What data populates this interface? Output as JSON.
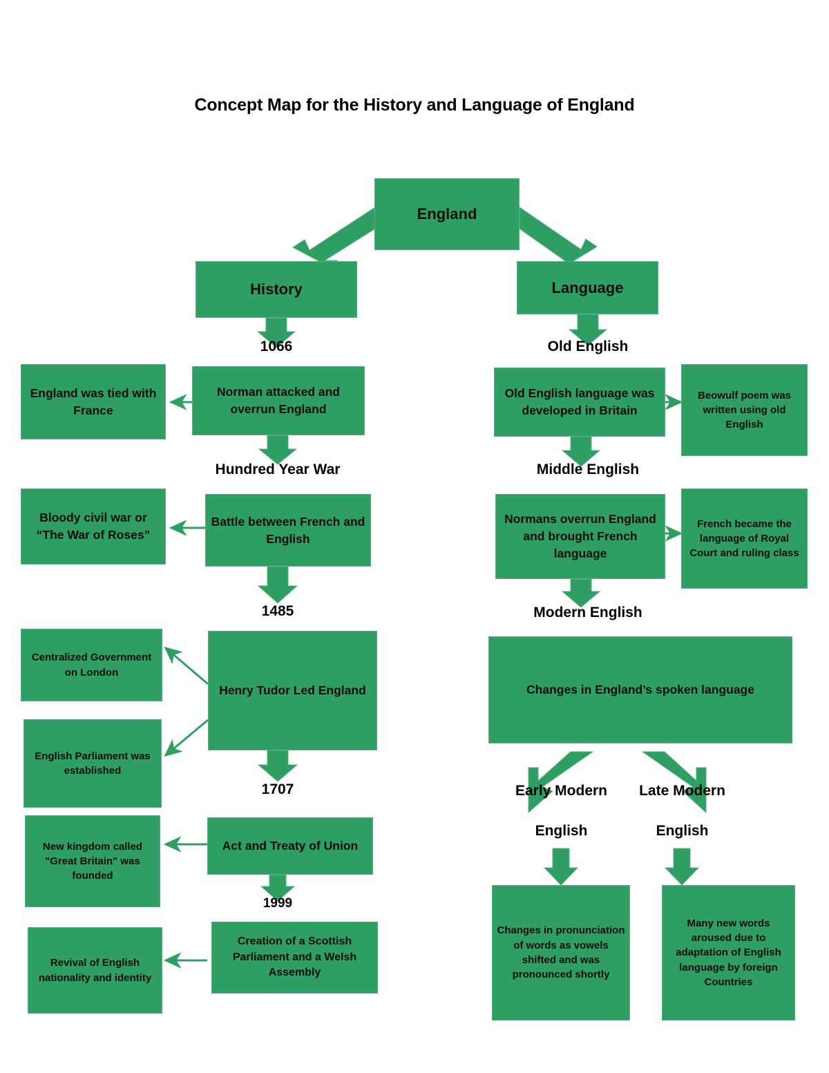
{
  "page": {
    "title": "Concept Map for the History and Language of England",
    "accent_color": "#2f9e63",
    "border_color": "#58b080",
    "text_color": "#0d0d0d",
    "background": "#ffffff"
  },
  "root": {
    "label": "England"
  },
  "branches": {
    "history": "History",
    "language": "Language"
  },
  "history": {
    "connector_1066": "1066",
    "norman_attack": "Norman attacked and overrun England",
    "tied_with_france": "England was tied with France",
    "connector_hundred_year_war": "Hundred Year War",
    "battle_french_english": "Battle between French and English",
    "war_of_roses": "Bloody civil war or “The War of Roses”",
    "connector_1485": "1485",
    "henry_tudor": "Henry Tudor Led England",
    "centralized_government": "Centralized Government on London",
    "english_parliament": "English Parliament was established",
    "connector_1707": "1707",
    "act_treaty_union": "Act and Treaty of Union",
    "new_kingdom": "New kingdom called \"Great Britain\" was founded",
    "connector_1999": "1999",
    "scottish_parliament": "Creation of a Scottish Parliament and a Welsh Assembly",
    "revival_identity": "Revival of English nationality and identity"
  },
  "language": {
    "connector_old_english": "Old English",
    "old_english_developed": "Old English language was developed in Britain",
    "beowulf": "Beowulf poem was written using old English",
    "connector_middle_english": "Middle English",
    "normans_overrun": "Normans overrun England and brought French language",
    "french_royal_court": "French became the language of Royal Court and ruling class",
    "connector_modern_english": "Modern English",
    "changes_spoken": "Changes in England’s spoken language",
    "early_modern_line1": "Early Modern",
    "early_modern_line2": "English",
    "late_modern_line1": "Late Modern",
    "late_modern_line2": "English",
    "pronunciation_changes": "Changes in pronunciation of words as vowels shifted and was pronounced shortly",
    "new_words": "Many new words aroused due to adaptation of English language by foreign Countries"
  }
}
